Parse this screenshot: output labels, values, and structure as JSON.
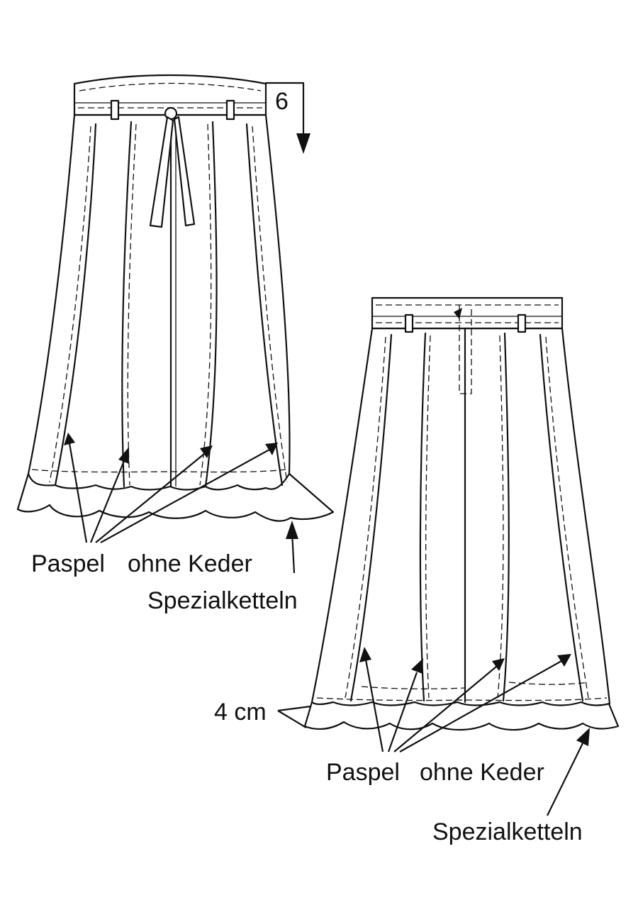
{
  "front_skirt": {
    "measure_label": "6",
    "label_piping": "Paspel",
    "label_no_cord": "ohne Keder",
    "label_special_chain": "Spezialketteln"
  },
  "back_skirt": {
    "measure_label": "4 cm",
    "label_piping": "Paspel",
    "label_no_cord": "ohne Keder",
    "label_special_chain": "Spezialketteln"
  }
}
